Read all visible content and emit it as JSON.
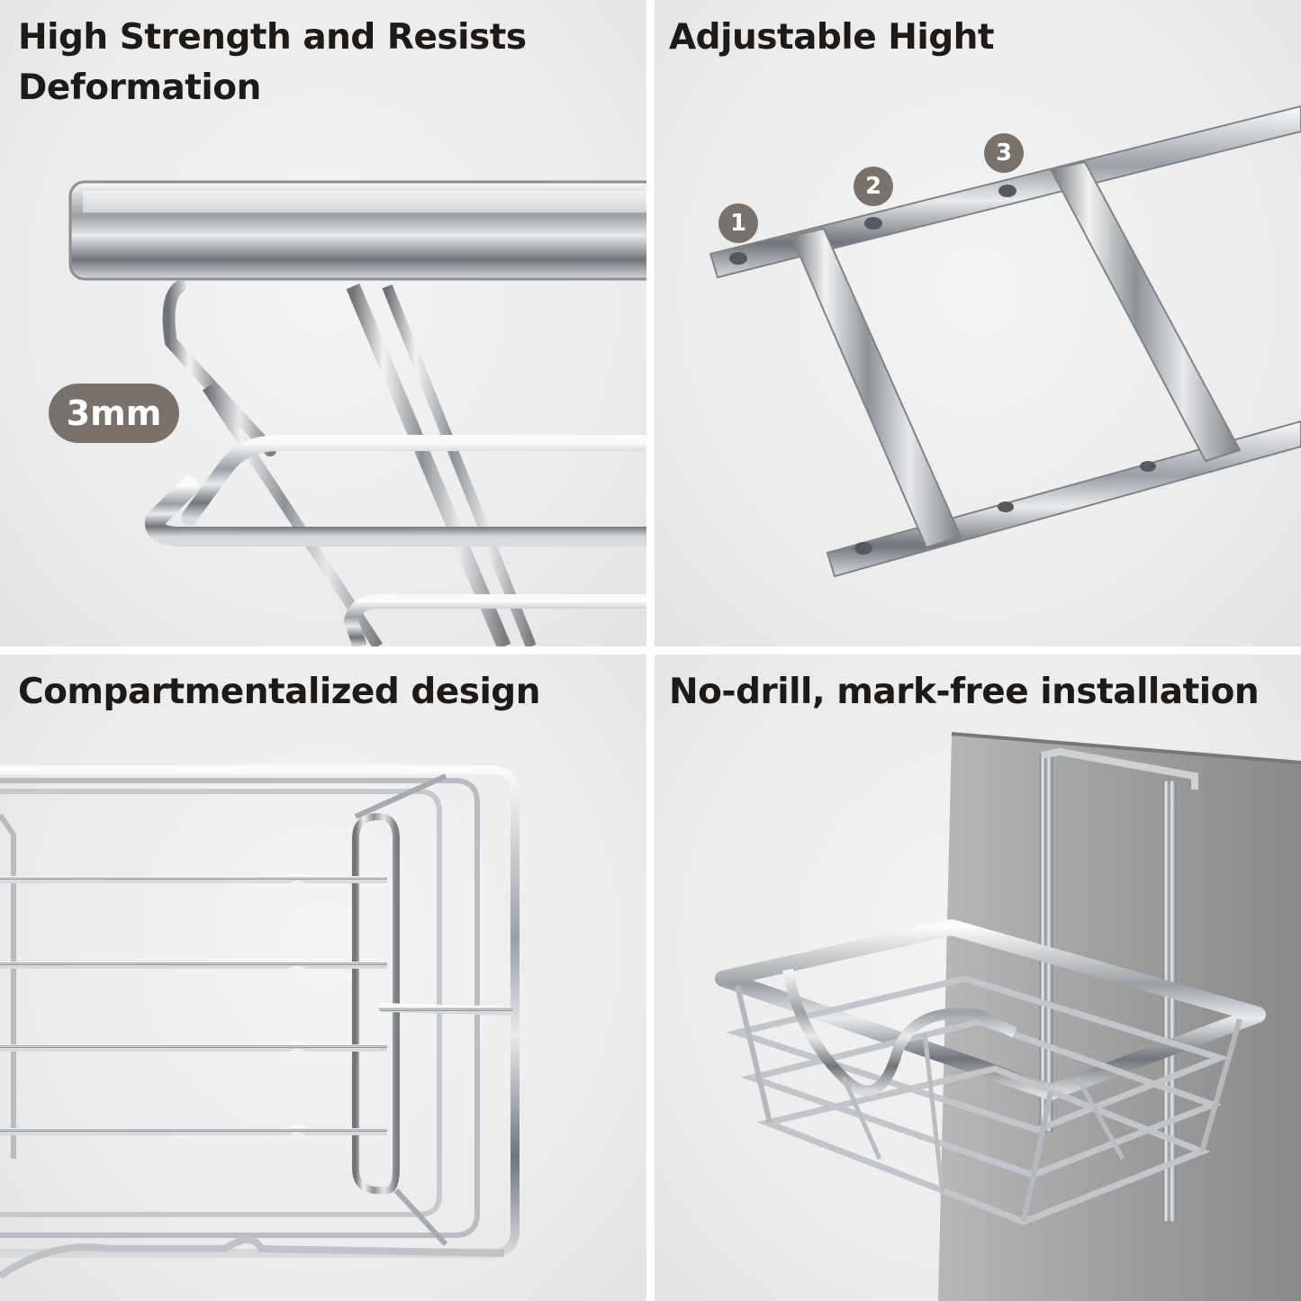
{
  "panels": {
    "strength": {
      "title_line1": "High Strength and Resists",
      "title_line2": "Deformation",
      "thickness_badge": "3mm"
    },
    "height": {
      "title": "Adjustable Hight",
      "positions": [
        "1",
        "2",
        "3"
      ]
    },
    "compartments": {
      "title": "Compartmentalized design"
    },
    "installation": {
      "title": "No-drill, mark-free installation"
    }
  },
  "colors": {
    "background": "#ececec",
    "title_text": "#1e1a17",
    "badge": "#7a716b",
    "steel": "#c9ccd0",
    "door": "#9c9c9c"
  }
}
